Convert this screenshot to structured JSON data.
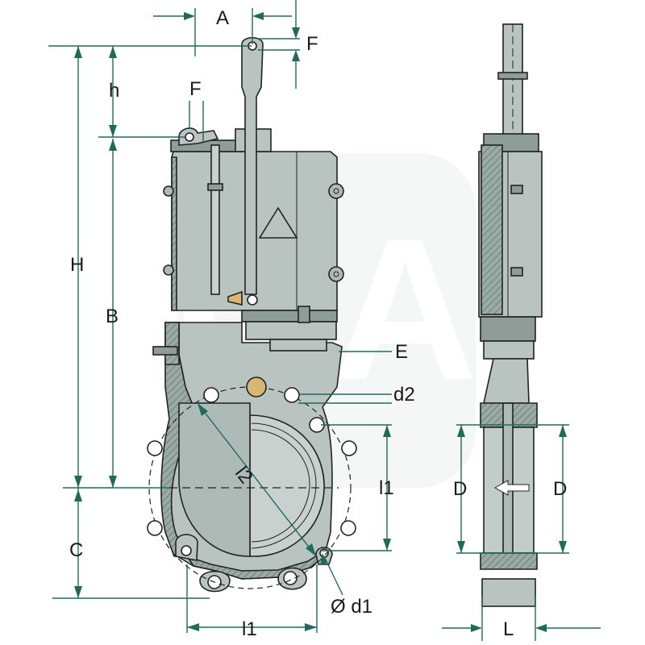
{
  "labels": {
    "A": "A",
    "F_top": "F",
    "F_left": "F",
    "h": "h",
    "H": "H",
    "B": "B",
    "E": "E",
    "d2": "d2",
    "l2": "l2",
    "l1_right": "l1",
    "l1_bottom": "l1",
    "C": "C",
    "d1": "Ø d1",
    "D_left": "D",
    "D_right": "D",
    "L": "L"
  },
  "colors": {
    "dimension": "#1e6b5c",
    "body": "#b9c4c1",
    "body_dark": "#8f9d99",
    "watermark": "#e8eceb"
  },
  "watermark": "GA"
}
